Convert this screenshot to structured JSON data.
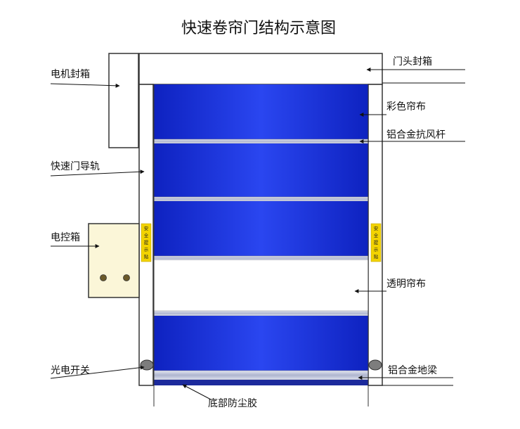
{
  "diagram": {
    "title": "快速卷帘门结构示意图",
    "labels": {
      "motor_box": "电机封箱",
      "fast_door_rail": "快速门导轨",
      "control_box": "电控箱",
      "photo_switch": "光电开关",
      "door_head_box": "门头封箱",
      "color_curtain": "彩色帘布",
      "wind_bar": "铝合金抗风杆",
      "transparent_curtain": "透明帘布",
      "bottom_beam": "铝合金地梁",
      "bottom_seal": "底部防尘胶"
    },
    "safety_sticker": {
      "left": [
        "安",
        "全",
        "提",
        "示",
        "贴"
      ],
      "right": [
        "安",
        "全",
        "提",
        "示",
        "贴"
      ]
    },
    "colors": {
      "curtain_blue": "#1f35e6",
      "curtain_blue_dark": "#0c1fb8",
      "transparent_curtain": "#ffffff",
      "wind_bar": "#b9bfd6",
      "frame_line": "#333333",
      "control_box_fill": "#fbf6d8",
      "sticker_yellow": "#f2d300",
      "sensor_gray": "#7d7d7d"
    }
  }
}
